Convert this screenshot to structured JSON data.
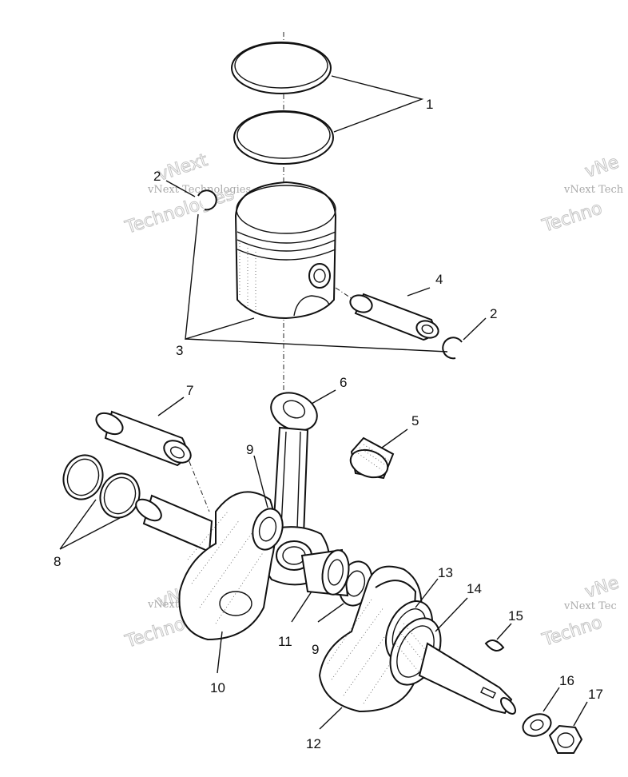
{
  "callouts": [
    {
      "id": "c1",
      "text": "1"
    },
    {
      "id": "c2a",
      "text": "2"
    },
    {
      "id": "c2b",
      "text": "2"
    },
    {
      "id": "c3",
      "text": "3"
    },
    {
      "id": "c4",
      "text": "4"
    },
    {
      "id": "c5",
      "text": "5"
    },
    {
      "id": "c6",
      "text": "6"
    },
    {
      "id": "c7",
      "text": "7"
    },
    {
      "id": "c8",
      "text": "8"
    },
    {
      "id": "c9a",
      "text": "9"
    },
    {
      "id": "c9b",
      "text": "9"
    },
    {
      "id": "c10",
      "text": "10"
    },
    {
      "id": "c11",
      "text": "11"
    },
    {
      "id": "c12",
      "text": "12"
    },
    {
      "id": "c13",
      "text": "13"
    },
    {
      "id": "c14",
      "text": "14"
    },
    {
      "id": "c15",
      "text": "15"
    },
    {
      "id": "c16",
      "text": "16"
    },
    {
      "id": "c17",
      "text": "17"
    }
  ],
  "watermark": {
    "line1": "vNext Technologies",
    "line2": "vNext",
    "line3": "Technologies",
    "partial1": "vNext Tech",
    "partial2": "Techno",
    "partial3": "vNext Tec",
    "partial4": "vNe"
  }
}
